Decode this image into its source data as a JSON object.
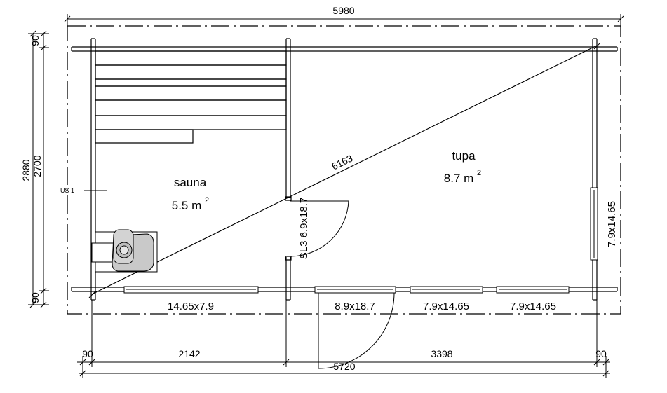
{
  "dimensions": {
    "overall_length": "5980",
    "overall_height": "2880",
    "inner_height": "2700",
    "wall_top": "90",
    "wall_bottom": "90",
    "diagonal": "6163",
    "bottom_left_wall": "90",
    "bottom_sauna": "2142",
    "bottom_tupa": "3398",
    "bottom_right_wall": "90",
    "bottom_inner_total": "5720"
  },
  "rooms": {
    "sauna": {
      "name": "sauna",
      "area": "5.5 m",
      "area_sup": "2"
    },
    "tupa": {
      "name": "tupa",
      "area": "8.7 m",
      "area_sup": "2"
    }
  },
  "openings": {
    "window_sauna": "14.65x7.9",
    "door_front": "8.9x18.7",
    "window_front_1": "7.9x14.65",
    "window_front_2": "7.9x14.65",
    "window_right": "7.9x14.65",
    "inner_door": "SL3 6.9x18.7",
    "us_label": "US 1"
  }
}
